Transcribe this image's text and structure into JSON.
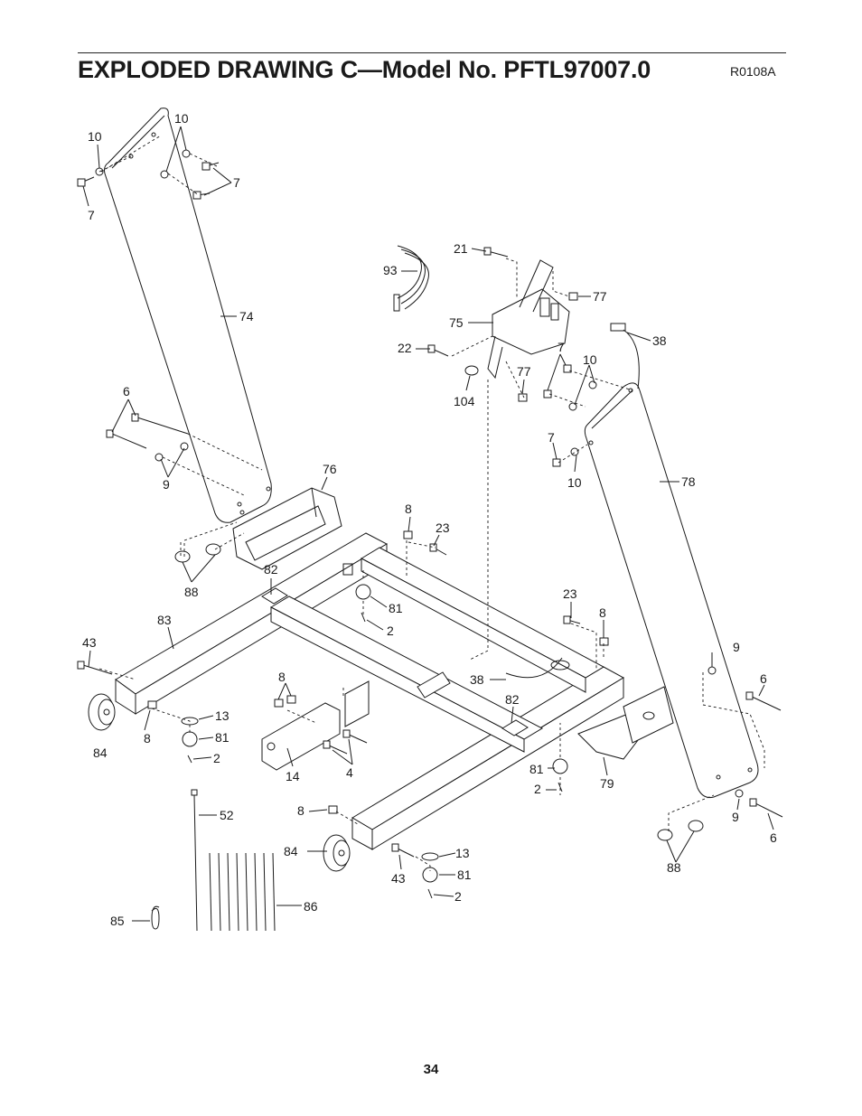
{
  "header": {
    "title": "EXPLODED DRAWING C—Model No. PFTL97007.0",
    "code": "R0108A"
  },
  "page_number": "34",
  "callouts": {
    "c10a": "10",
    "c10b": "10",
    "c7a": "7",
    "c7b": "7",
    "c74": "74",
    "c6a": "6",
    "c9a": "9",
    "c76": "76",
    "c88a": "88",
    "c82a": "82",
    "c83": "83",
    "c43a": "43",
    "c84a": "84",
    "c8a": "8",
    "c13a": "13",
    "c81a": "81",
    "c2a": "2",
    "c8b": "8",
    "c23a": "23",
    "c81b": "81",
    "c2b": "2",
    "c93": "93",
    "c21": "21",
    "c75": "75",
    "c22": "22",
    "c104": "104",
    "c77a": "77",
    "c77b": "77",
    "c7c": "7",
    "c10c": "10",
    "c38a": "38",
    "c7d": "7",
    "c10d": "10",
    "c78": "78",
    "c23b": "23",
    "c8c": "8",
    "c9b": "9",
    "c6b": "6",
    "c8d": "8",
    "c14": "14",
    "c4": "4",
    "c38b": "38",
    "c82b": "82",
    "c81c": "81",
    "c2c": "2",
    "c79": "79",
    "c9c": "9",
    "c6c": "6",
    "c88b": "88",
    "c52": "52",
    "c8e": "8",
    "c84b": "84",
    "c13b": "13",
    "c43b": "43",
    "c81d": "81",
    "c2d": "2",
    "c86": "86",
    "c85": "85"
  }
}
